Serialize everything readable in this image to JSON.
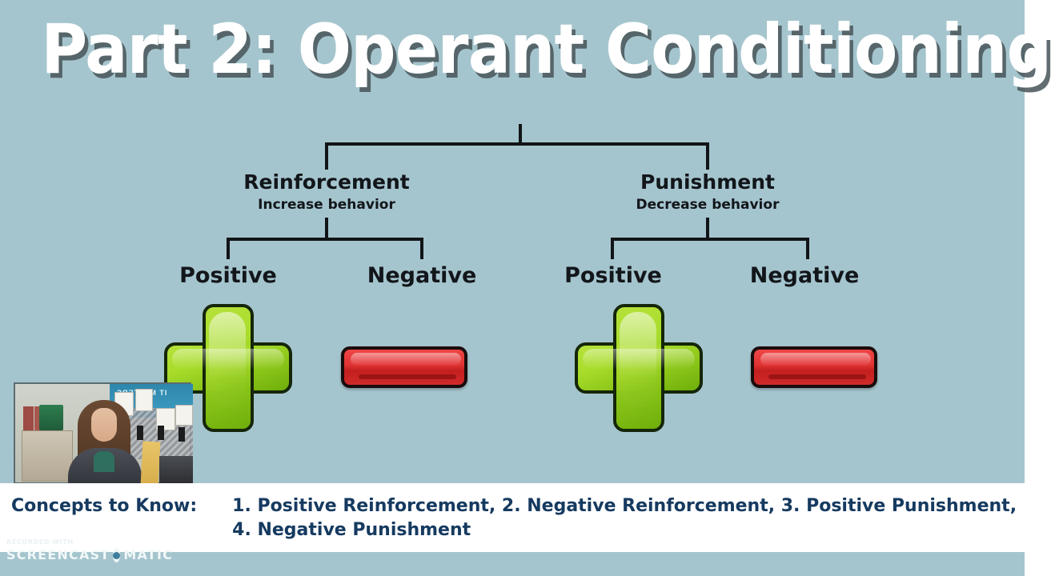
{
  "slide": {
    "title": "Part 2: Operant Conditioning",
    "background_color": "#a5c5ce",
    "title_color": "#ffffff"
  },
  "diagram": {
    "type": "hierarchy-tree",
    "branches": [
      {
        "title": "Reinforcement",
        "subtitle": "Increase behavior",
        "children": [
          {
            "label": "Positive",
            "icon": "plus-icon",
            "icon_color": "#9ed424"
          },
          {
            "label": "Negative",
            "icon": "minus-icon",
            "icon_color": "#e23434"
          }
        ]
      },
      {
        "title": "Punishment",
        "subtitle": "Decrease behavior",
        "children": [
          {
            "label": "Positive",
            "icon": "plus-icon",
            "icon_color": "#9ed424"
          },
          {
            "label": "Negative",
            "icon": "minus-icon",
            "icon_color": "#e23434"
          }
        ]
      }
    ]
  },
  "caption": {
    "label": "Concepts to Know:",
    "line1": "1. Positive Reinforcement,   2. Negative Reinforcement,  3. Positive Punishment,",
    "line2": "4. Negative Punishment",
    "text_color": "#163a60"
  },
  "webcam": {
    "board_text": "IT MATTERS"
  },
  "watermark": {
    "recorded_with": "RECORDED WITH",
    "word1": "SCREENCAST",
    "word2": "MATIC"
  }
}
